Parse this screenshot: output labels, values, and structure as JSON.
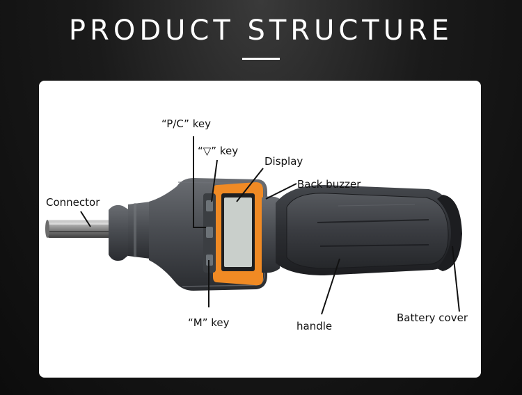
{
  "header": {
    "title": "PRODUCT STRUCTURE"
  },
  "diagram": {
    "callouts": {
      "pc_key": "“P/C” key",
      "down_key": "“▽” key",
      "display": "Display",
      "back_buzzer": "Back buzzer",
      "connector": "Connector",
      "m_key": "“M” key",
      "handle": "handle",
      "battery_cover": "Battery cover"
    }
  },
  "colors": {
    "background": "#111111",
    "card": "#ffffff",
    "body_grey": "#4a4d52",
    "handle_dark": "#2c2e32",
    "display_orange": "#f08a24",
    "lcd": "#c9cfcb"
  }
}
